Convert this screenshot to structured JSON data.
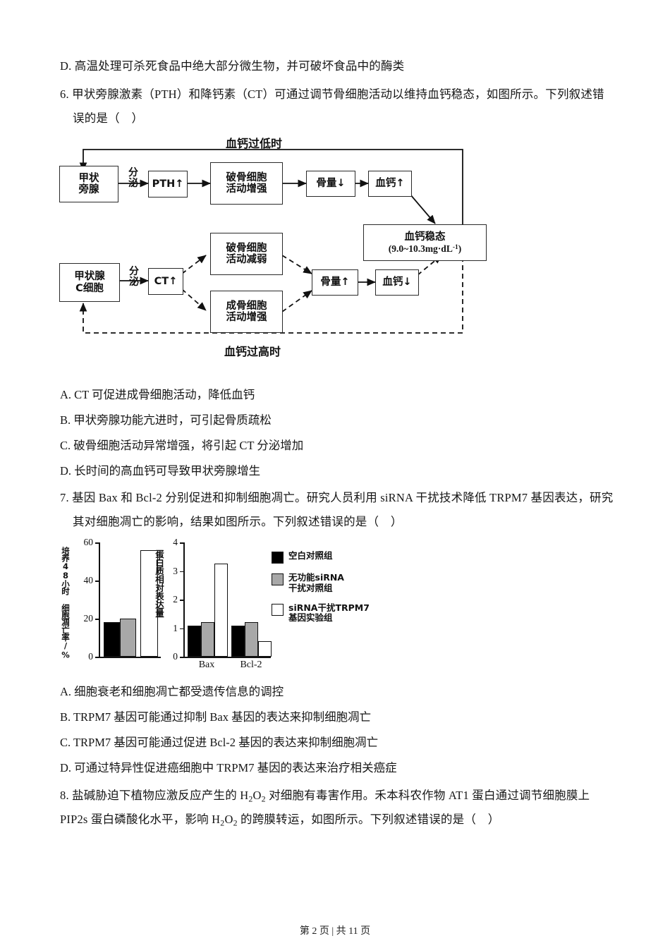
{
  "document": {
    "prev_option_d": "D. 高温处理可杀死食品中绝大部分微生物，并可破坏食品中的酶类",
    "footer": "第 2 页 | 共 11 页"
  },
  "q6": {
    "stem_line1": "6. 甲状旁腺激素（PTH）和降钙素（CT）可通过调节骨细胞活动以维持血钙稳态，如图所示。下列叙述错",
    "stem_line2": "误的是（　）",
    "options": [
      "A. CT 可促进成骨细胞活动，降低血钙",
      "B. 甲状旁腺功能亢进时，可引起骨质疏松",
      "C. 破骨细胞活动异常增强，将引起 CT 分泌增加",
      "D. 长时间的高血钙可导致甲状旁腺增生"
    ],
    "diagram": {
      "title_top": "血钙过低时",
      "title_bottom": "血钙过高时",
      "boxes": {
        "parathyroid": "甲状\n旁腺",
        "pth": "PTH↑",
        "osteoclast_up": "破骨细胞\n活动增强",
        "bone_mass_down": "骨量↓",
        "blood_ca_up": "血钙↑",
        "homeostasis_line1": "血钙稳态",
        "homeostasis_line2": "(9.0~10.3mg·dL",
        "homeostasis_sup": "-1",
        "homeostasis_line3": ")",
        "thyroid_c": "甲状腺\nC细胞",
        "ct": "CT↑",
        "osteoclast_down": "破骨细胞\n活动减弱",
        "osteoblast_up": "成骨细胞\n活动增强",
        "bone_mass_up": "骨量↑",
        "blood_ca_down": "血钙↓"
      },
      "edge_labels": {
        "secrete_top": "分\n泌",
        "secrete_bottom": "分\n泌"
      }
    }
  },
  "q7": {
    "stem_line1": "7. 基因 Bax 和 Bcl-2 分别促进和抑制细胞凋亡。研究人员利用 siRNA 干扰技术降低 TRPM7 基因表达，研究",
    "stem_line2": "其对细胞凋亡的影响，结果如图所示。下列叙述错误的是（　）",
    "options": [
      "A. 细胞衰老和细胞凋亡都受遗传信息的调控",
      "B. TRPM7 基因可能通过抑制 Bax 基因的表达来抑制细胞凋亡",
      "C. TRPM7 基因可能通过促进 Bcl-2 基因的表达来抑制细胞凋亡",
      "D. 可通过特异性促进癌细胞中 TRPM7 基因的表达来治疗相关癌症"
    ],
    "legend": [
      {
        "label": "空白对照组",
        "color": "#000000"
      },
      {
        "label": "无功能siRNA\n干扰对照组",
        "color": "#a8a8a8"
      },
      {
        "label": "siRNA干扰TRPM7\n基因实验组",
        "color": "#ffffff"
      }
    ]
  },
  "q8": {
    "stem_line1_a": "8. 盐碱胁迫下植物应激反应产生的 H",
    "stem_line1_sub1": "2",
    "stem_line1_b": "O",
    "stem_line1_sub2": "2",
    "stem_line1_c": " 对细胞有毒害作用。禾本科农作物 AT1 蛋白通过调节细胞膜上",
    "stem_line2_a": "PIP2s 蛋白磷酸化水平，影响 H",
    "stem_line2_sub1": "2",
    "stem_line2_b": "O",
    "stem_line2_sub2": "2",
    "stem_line2_c": " 的跨膜转运，如图所示。下列叙述错误的是（　）"
  },
  "chart_data": [
    {
      "type": "bar",
      "title": "",
      "ylabel": "培养48小时\n细胞凋亡率/%",
      "xlabel": "",
      "categories": [
        ""
      ],
      "ylim": [
        0,
        60
      ],
      "yticks": [
        0,
        20,
        40,
        60
      ],
      "grid": false,
      "legend_position": "right",
      "series": [
        {
          "name": "空白对照组",
          "values": [
            18
          ],
          "color": "#000000"
        },
        {
          "name": "无功能siRNA干扰对照组",
          "values": [
            20
          ],
          "color": "#a8a8a8"
        },
        {
          "name": "siRNA干扰TRPM7基因实验组",
          "values": [
            56
          ],
          "color": "#ffffff"
        }
      ]
    },
    {
      "type": "bar",
      "title": "",
      "ylabel": "蛋白质相对表达量",
      "xlabel": "",
      "categories": [
        "Bax",
        "Bcl-2"
      ],
      "ylim": [
        0,
        4
      ],
      "yticks": [
        0,
        1,
        2,
        3,
        4
      ],
      "grid": false,
      "legend_position": "right",
      "series": [
        {
          "name": "空白对照组",
          "values": [
            1.1,
            1.1
          ],
          "color": "#000000"
        },
        {
          "name": "无功能siRNA干扰对照组",
          "values": [
            1.2,
            1.2
          ],
          "color": "#a8a8a8"
        },
        {
          "name": "siRNA干扰TRPM7基因实验组",
          "values": [
            3.25,
            0.55
          ],
          "color": "#ffffff"
        }
      ]
    }
  ]
}
